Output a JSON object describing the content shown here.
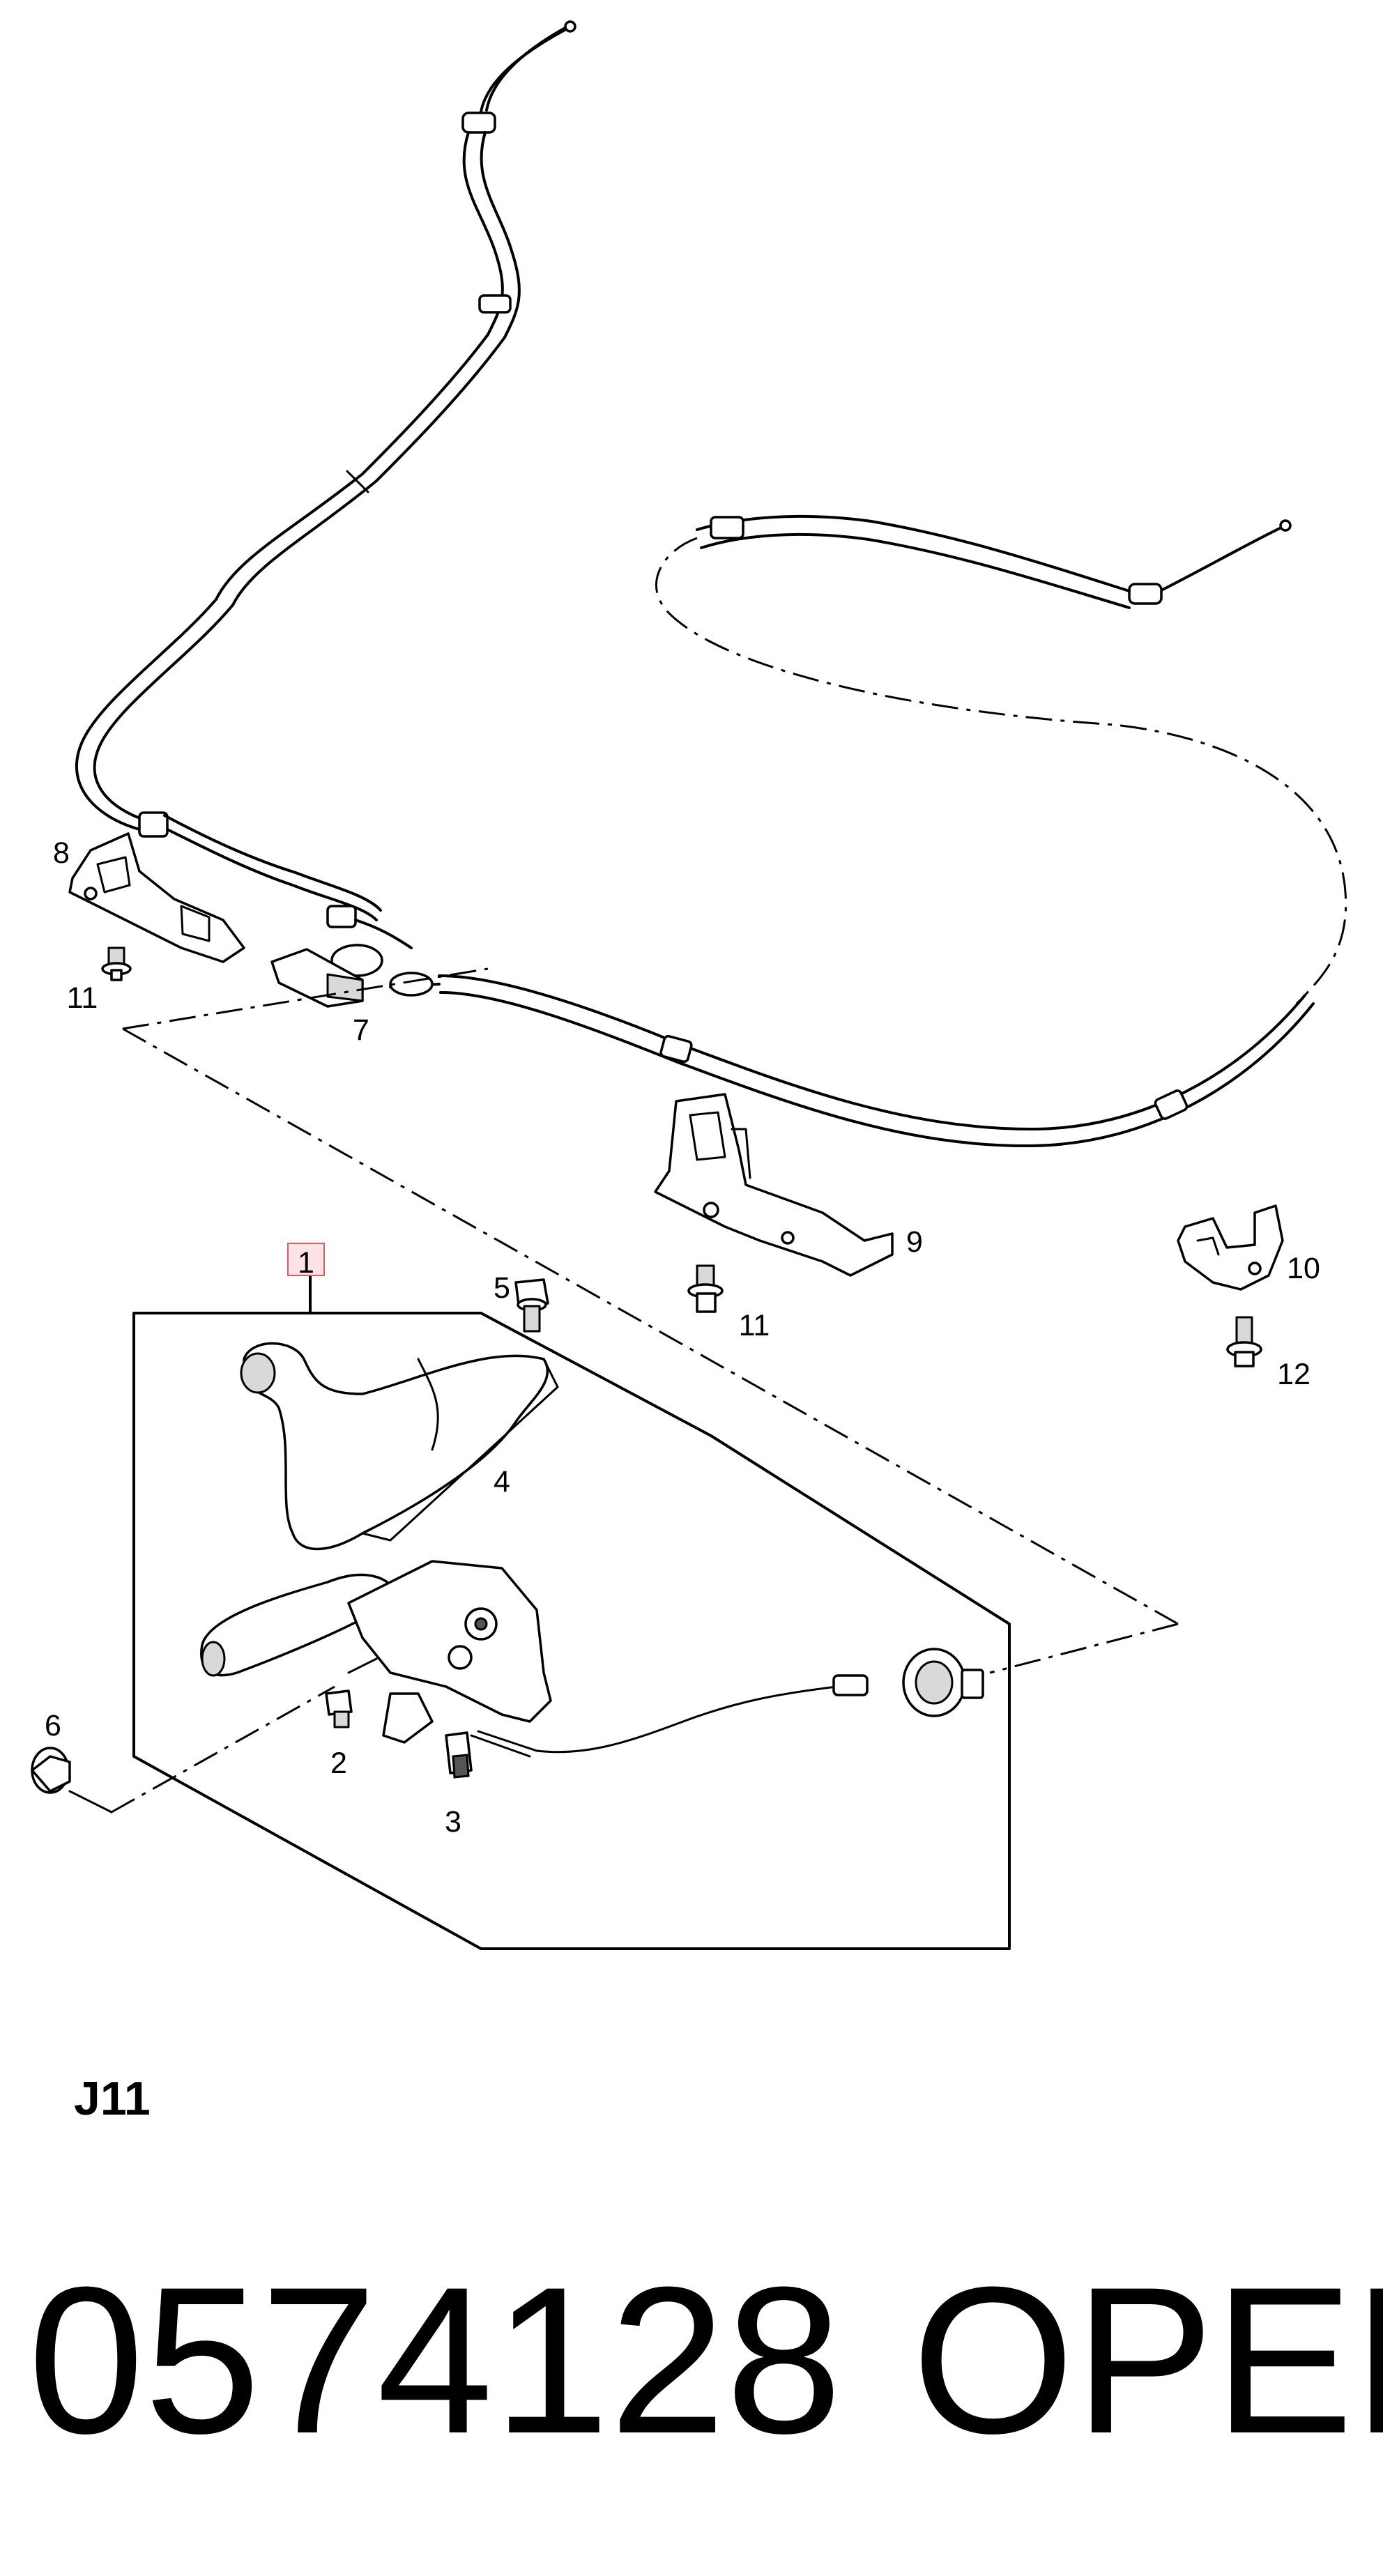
{
  "callouts": {
    "c1": "1",
    "c2": "2",
    "c3": "3",
    "c4": "4",
    "c5": "5",
    "c6": "6",
    "c7": "7",
    "c8": "8",
    "c9": "9",
    "c10": "10",
    "c11a": "11",
    "c11b": "11",
    "c12": "12"
  },
  "sheet_code": "J11",
  "part_number": "0574128",
  "brand": "OPEL",
  "colors": {
    "highlight_box": "#e05a6a",
    "highlight_fill": "#fde3e6"
  }
}
